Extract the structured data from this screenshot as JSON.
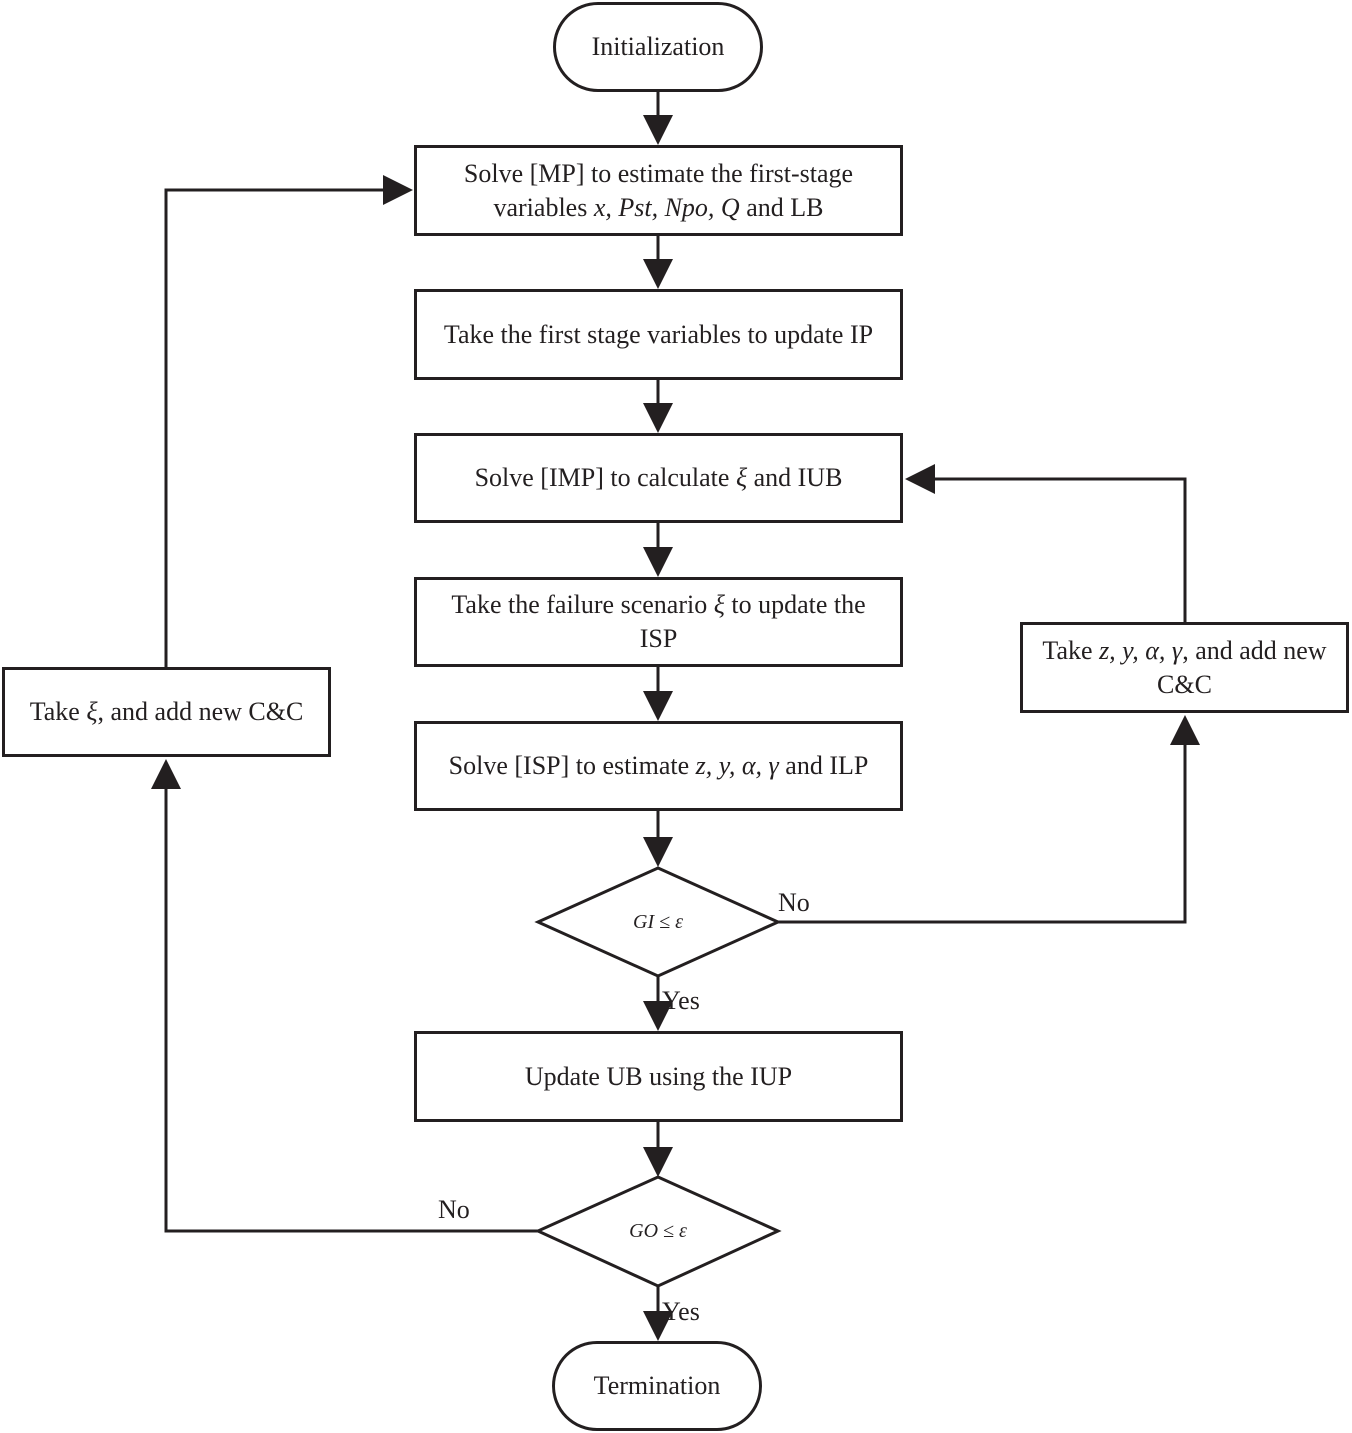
{
  "nodes": {
    "init": "Initialization",
    "mp_line1": "Solve [MP] to estimate the first-stage",
    "mp_line2_pre": "variables ",
    "mp_vars": "x, Pst, Npo, Q",
    "mp_line2_post": " and LB",
    "update_ip": "Take the first stage variables to update IP",
    "imp_pre": "Solve [IMP] to calculate ",
    "imp_var": "ξ",
    "imp_post": " and IUB",
    "isp_update_line1_pre": "Take the failure scenario ",
    "isp_update_var": "ξ",
    "isp_update_line1_post": " to update the",
    "isp_update_line2": "ISP",
    "isp_solve_pre": "Solve [ISP] to estimate ",
    "isp_solve_vars": "z, y, α, γ",
    "isp_solve_post": " and ILP",
    "decision_inner": "GI ≤ ε",
    "update_ub": "Update UB using the IUP",
    "decision_outer": "GO ≤ ε",
    "termination": "Termination",
    "right_box_line1_pre": "Take ",
    "right_box_vars": "z, y, α, γ",
    "right_box_line1_post": ", and add new",
    "right_box_line2": "C&C",
    "left_box_pre": "Take ",
    "left_box_var": "ξ",
    "left_box_post": ", and add new C&C"
  },
  "edge_labels": {
    "inner_no": "No",
    "inner_yes": "Yes",
    "outer_no": "No",
    "outer_yes": "Yes"
  },
  "colors": {
    "stroke": "#231f20",
    "background": "#ffffff"
  }
}
